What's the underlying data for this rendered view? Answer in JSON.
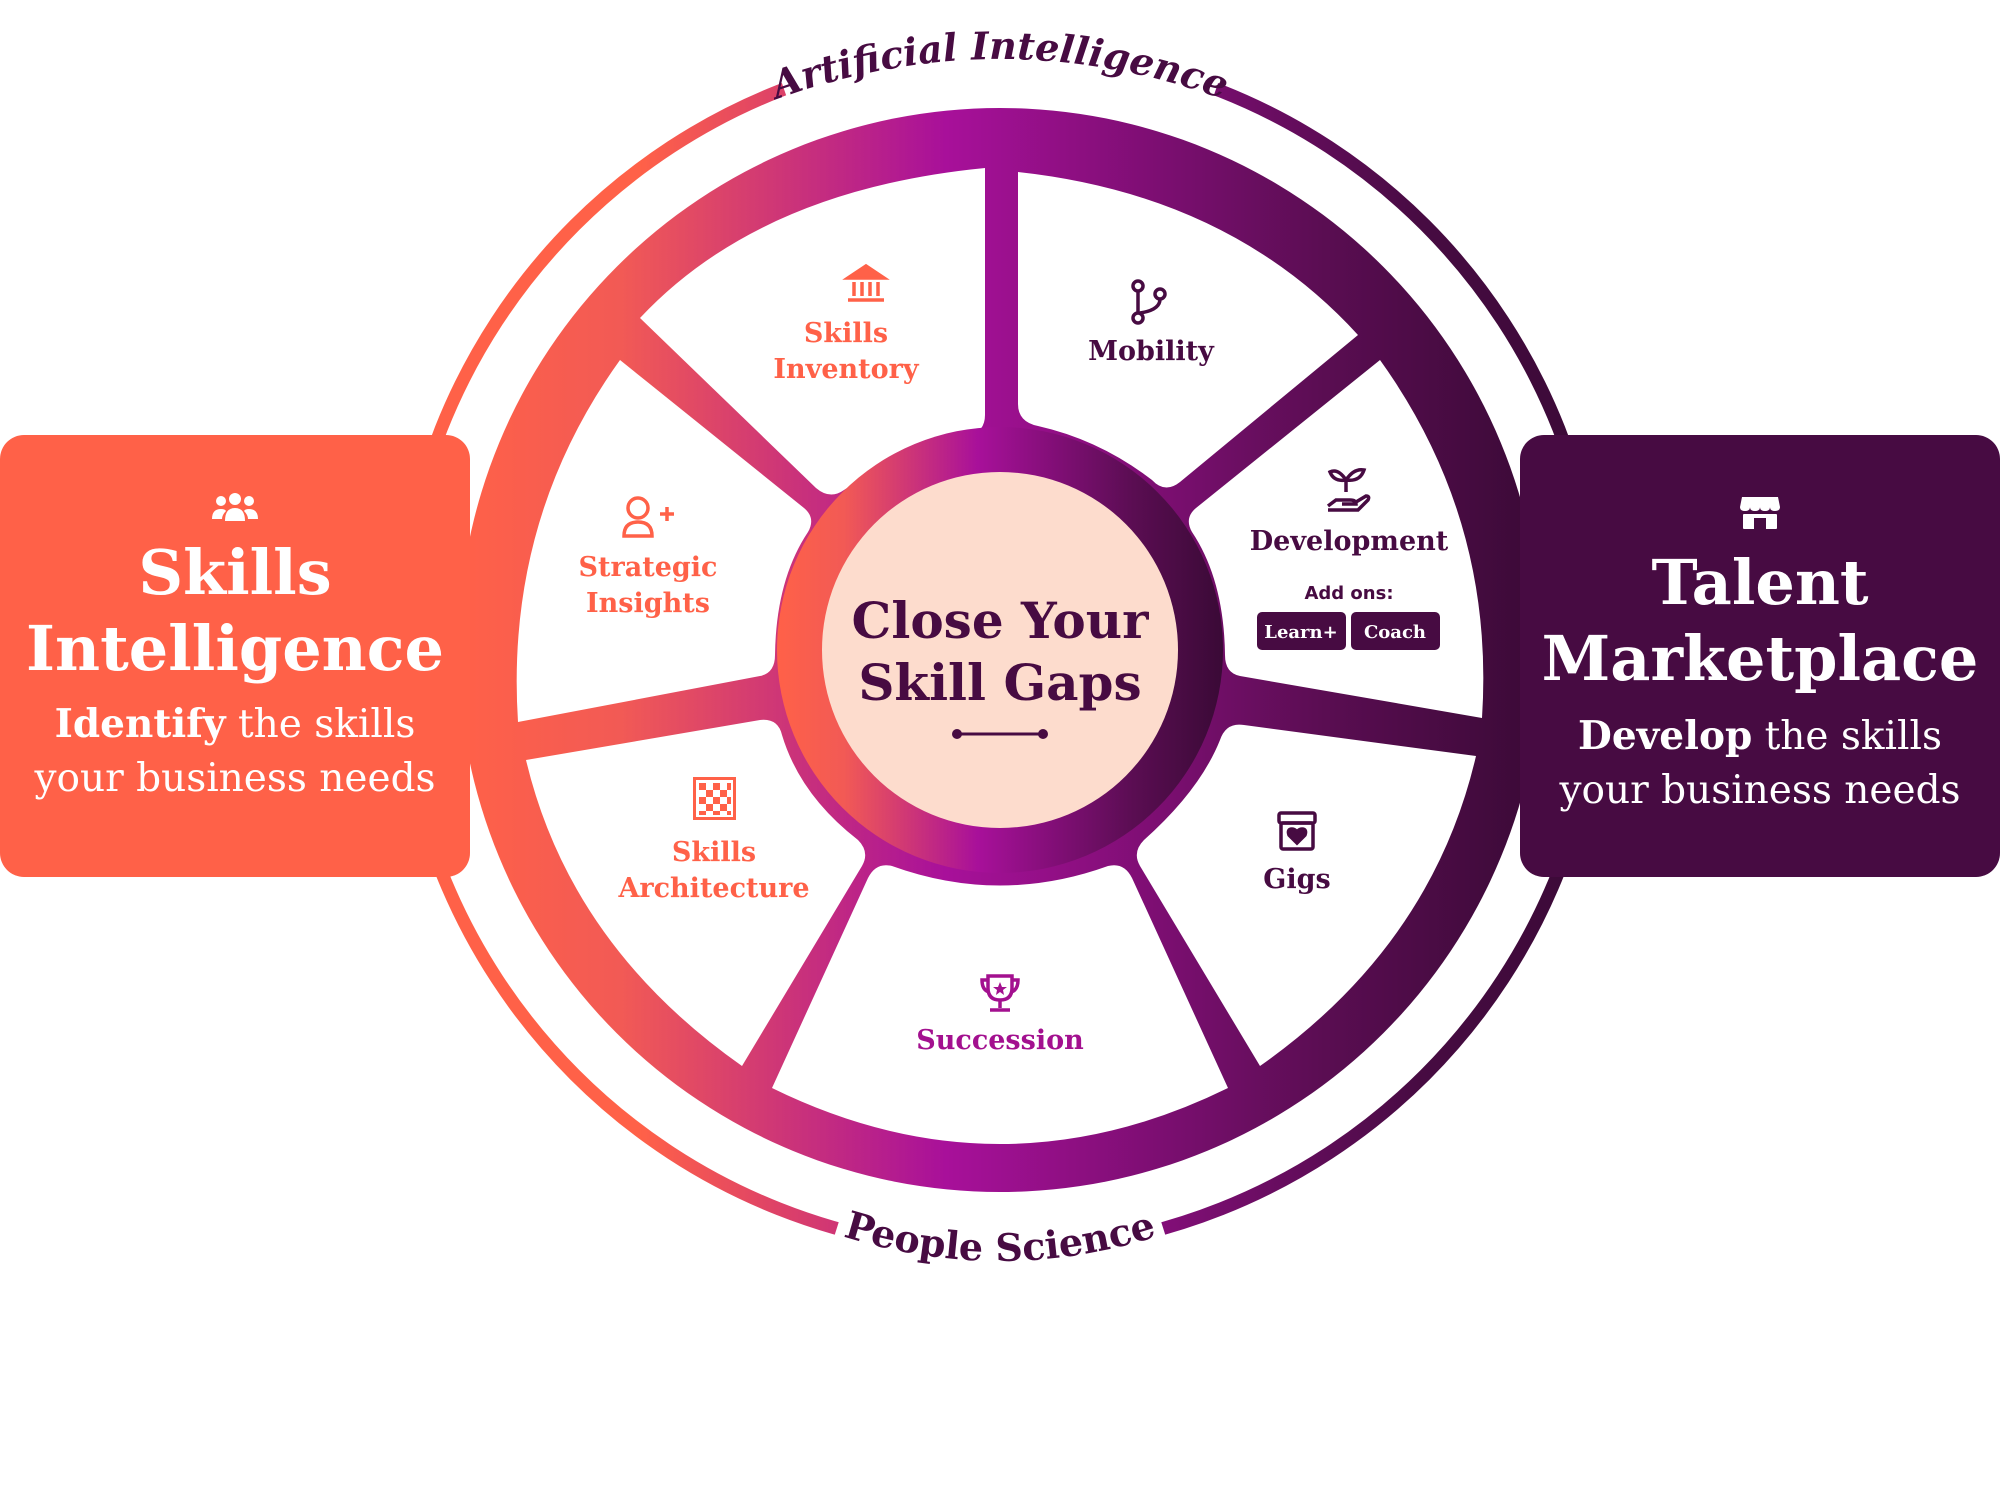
{
  "outer_ring": {
    "top_label": "Artificial Intelligence",
    "bottom_label": "People Science"
  },
  "center": {
    "line1": "Close Your",
    "line2": "Skill Gaps"
  },
  "segments": {
    "skills_inventory": {
      "line1": "Skills",
      "line2": "Inventory",
      "icon": "bank-icon"
    },
    "mobility": {
      "label": "Mobility",
      "icon": "branch-icon"
    },
    "development": {
      "label": "Development",
      "icon": "plant-hand-icon",
      "addons_label": "Add ons:",
      "addon_1": "Learn+",
      "addon_2": "Coach"
    },
    "gigs": {
      "label": "Gigs",
      "icon": "heart-box-icon"
    },
    "succession": {
      "label": "Succession",
      "icon": "trophy-icon"
    },
    "skills_architecture": {
      "line1": "Skills",
      "line2": "Architecture",
      "icon": "checker-grid-icon"
    },
    "strategic_insights": {
      "line1": "Strategic",
      "line2": "Insights",
      "icon": "add-user-icon"
    }
  },
  "left_panel": {
    "title_line1": "Skills",
    "title_line2": "Intelligence",
    "sub_bold": "Identify",
    "sub_rest1": " the skills",
    "sub_line2": "your business needs",
    "icon": "group-icon"
  },
  "right_panel": {
    "title_line1": "Talent",
    "title_line2": "Marketplace",
    "sub_bold": "Develop",
    "sub_rest1": " the skills",
    "sub_line2": "your business needs",
    "icon": "store-icon"
  },
  "colors": {
    "coral": "#ff6148",
    "magenta": "#a3108f",
    "plum": "#470b42",
    "center_fill": "#fddccd"
  }
}
